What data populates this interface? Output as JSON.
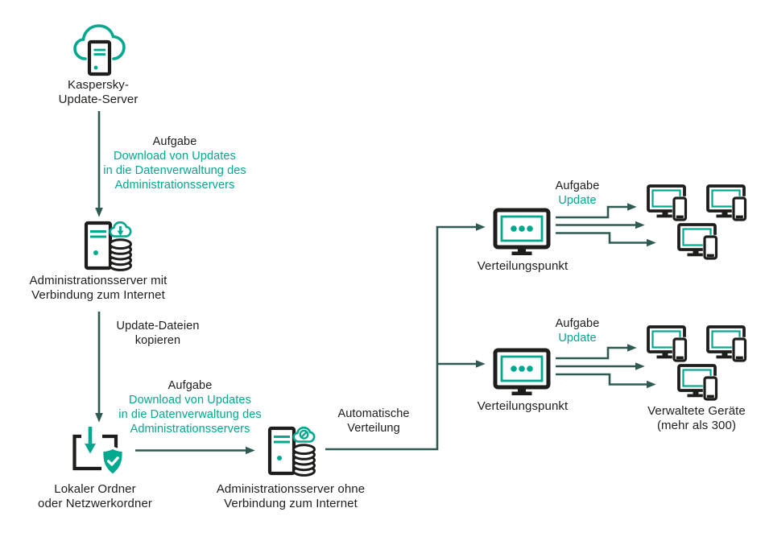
{
  "title": "Kaspersky update distribution scheme",
  "colors": {
    "brand_green": "#00A88E",
    "connector_green": "#2E5A52",
    "ink": "#1D1D1B",
    "background": "#FFFFFF"
  },
  "nodes": {
    "update_server": {
      "label": [
        "Kaspersky-",
        "Update-Server"
      ]
    },
    "admin_server_online": {
      "label": [
        "Administrationsserver mit",
        "Verbindung zum Internet"
      ]
    },
    "local_folder": {
      "label": [
        "Lokaler Ordner",
        "oder Netzwerkordner"
      ]
    },
    "admin_server_offline": {
      "label": [
        "Administrationsserver ohne",
        "Verbindung zum Internet"
      ]
    },
    "distribution_point_top": {
      "label": "Verteilungspunkt"
    },
    "distribution_point_bottom": {
      "label": "Verteilungspunkt"
    },
    "managed_devices": {
      "label": [
        "Verwaltete Geräte",
        "(mehr als 300)"
      ]
    }
  },
  "edges": {
    "download_task_top": {
      "title": "Aufgabe",
      "lines": [
        "Download von Updates",
        "in die Datenverwaltung des",
        "Administrationsservers"
      ]
    },
    "copy_updates": {
      "lines": [
        "Update-Dateien",
        "kopieren"
      ]
    },
    "download_task_bottom": {
      "title": "Aufgabe",
      "lines": [
        "Download von Updates",
        "in die Datenverwaltung des",
        "Administrationsservers"
      ]
    },
    "auto_distribution": {
      "lines": [
        "Automatische",
        "Verteilung"
      ]
    },
    "update_task_top": {
      "title": "Aufgabe",
      "subtitle": "Update"
    },
    "update_task_bottom": {
      "title": "Aufgabe",
      "subtitle": "Update"
    }
  },
  "icons": [
    "cloud-server-icon",
    "admin-server-online-icon",
    "local-folder-shield-icon",
    "admin-server-offline-icon",
    "distribution-point-monitor-icon",
    "managed-device-icon"
  ]
}
